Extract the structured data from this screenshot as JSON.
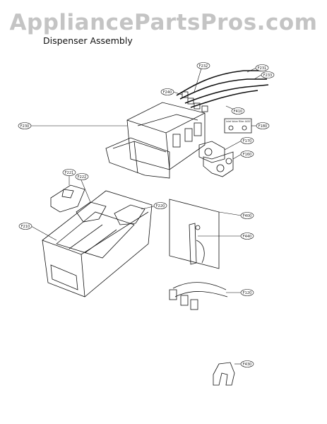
{
  "header": {
    "watermark": "AppliancePartsPros.com",
    "title": "Dispenser Assembly"
  },
  "parts": [
    {
      "id": "p230",
      "label": "F230"
    },
    {
      "id": "p220",
      "label": "F220"
    },
    {
      "id": "p210",
      "label": "F210"
    },
    {
      "id": "p221",
      "label": "F221"
    },
    {
      "id": "p222",
      "label": "F222"
    },
    {
      "id": "p232",
      "label": "F232"
    },
    {
      "id": "p231",
      "label": "F231"
    },
    {
      "id": "p233",
      "label": "F233"
    },
    {
      "id": "p240",
      "label": "F240"
    },
    {
      "id": "p180",
      "label": "F180"
    },
    {
      "id": "p170",
      "label": "F170"
    },
    {
      "id": "p160",
      "label": "F160"
    },
    {
      "id": "p120",
      "label": "F120"
    },
    {
      "id": "p400",
      "label": "F400"
    },
    {
      "id": "p440",
      "label": "F440"
    },
    {
      "id": "p410",
      "label": "F410"
    },
    {
      "id": "p430",
      "label": "F430"
    }
  ],
  "valve_label": "Inlet Valve Filter ASSY"
}
